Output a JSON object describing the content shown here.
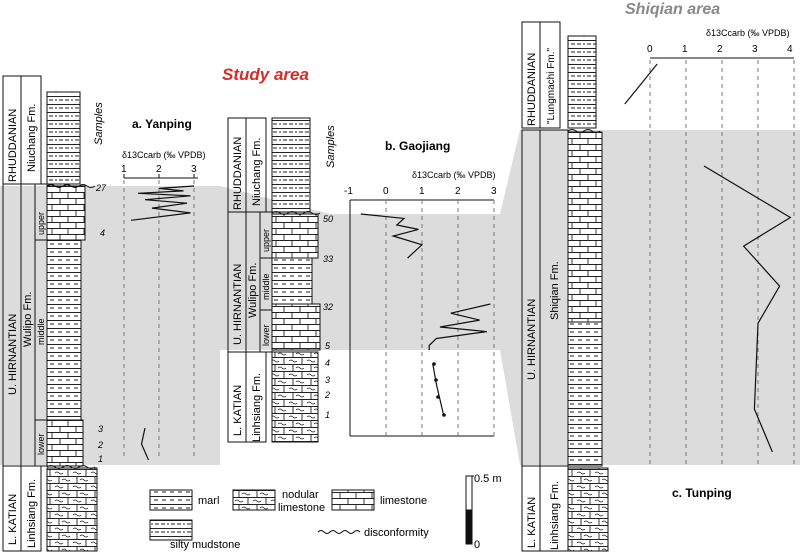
{
  "headings": {
    "study_area": "Study area",
    "shiqian_area": "Shiqian area"
  },
  "sections": {
    "yanping": {
      "title": "a. Yanping",
      "axis_label": "δ13Ccarb (‰ VPDB)",
      "ticks": [
        "1",
        "2",
        "3"
      ],
      "stage_upper": "RHUDDANIAN",
      "formation_upper": "Niuchang Fm.",
      "stage_main": "U. HIRNANTIAN",
      "formation_main": "Wulipo Fm.",
      "members": [
        "upper",
        "middle",
        "lower"
      ],
      "stage_lower": "L. KATIAN",
      "formation_lower": "Linhsiang Fm.",
      "samples_label": "Samples",
      "samples": [
        "27",
        "4",
        "3",
        "2",
        "1"
      ]
    },
    "gaojiang": {
      "title": "b. Gaojiang",
      "axis_label": "δ13Ccarb (‰ VPDB)",
      "ticks": [
        "-1",
        "0",
        "1",
        "2",
        "3"
      ],
      "stage_upper": "RHUDDANIAN",
      "formation_upper": "Niuchang Fm.",
      "stage_main": "U. HIRNANTIAN",
      "formation_main": "Wulipo Fm.",
      "members": [
        "upper",
        "middle",
        "lower"
      ],
      "stage_lower": "L. KATIAN",
      "formation_lower": "Linhsiang Fm.",
      "samples_label": "Samples",
      "samples": [
        "50",
        "33",
        "32",
        "5",
        "4",
        "3",
        "2",
        "1"
      ]
    },
    "tunping": {
      "title": "c. Tunping",
      "axis_label": "δ13Ccarb (‰ VPDB)",
      "ticks": [
        "0",
        "1",
        "2",
        "3",
        "4"
      ],
      "stage_upper": "RHUDDANIAN",
      "formation_upper": "\"Lungmachi Fm.\"",
      "stage_main": "U. HIRNANTIAN",
      "formation_main": "Shiqian Fm.",
      "stage_lower": "L. KATIAN",
      "formation_lower": "Linhsiang Fm."
    }
  },
  "legend": {
    "marl": "marl",
    "nodular_limestone": "nodular limestone",
    "limestone": "limestone",
    "silty_mudstone": "silty mudstone",
    "disconformity": "disconformity"
  },
  "scale": {
    "top": "0.5 m",
    "bottom": "0"
  },
  "isotope_curves": {
    "yanping_upper": [
      [
        3.0,
        0
      ],
      [
        2.0,
        0.05
      ],
      [
        2.7,
        0.1
      ],
      [
        1.4,
        0.15
      ],
      [
        2.9,
        0.2
      ],
      [
        1.6,
        0.28
      ],
      [
        2.8,
        0.35
      ],
      [
        1.8,
        0.45
      ],
      [
        2.9,
        0.55
      ],
      [
        1.2,
        0.7
      ]
    ],
    "yanping_lower": [
      [
        1.6,
        0
      ],
      [
        1.5,
        0.5
      ],
      [
        1.7,
        1
      ]
    ],
    "gaojiang_upper": [
      [
        -0.7,
        0
      ],
      [
        0.5,
        0.1
      ],
      [
        0.3,
        0.25
      ],
      [
        0.9,
        0.35
      ],
      [
        0.2,
        0.5
      ],
      [
        1.0,
        0.7
      ],
      [
        0.6,
        1
      ]
    ],
    "gaojiang_lower": [
      [
        2.9,
        0
      ],
      [
        1.8,
        0.2
      ],
      [
        2.6,
        0.35
      ],
      [
        1.5,
        0.5
      ],
      [
        2.8,
        0.6
      ],
      [
        1.4,
        0.75
      ],
      [
        1.2,
        0.9
      ],
      [
        1.2,
        1
      ]
    ],
    "gaojiang_katian": [
      [
        1.3,
        0
      ],
      [
        1.4,
        0.4
      ],
      [
        1.6,
        1
      ]
    ],
    "tunping_rhuddanian": [
      [
        0.2,
        0
      ],
      [
        -0.7,
        1
      ]
    ],
    "tunping_main": [
      [
        1.5,
        0
      ],
      [
        3.9,
        0.18
      ],
      [
        2.6,
        0.28
      ],
      [
        3.6,
        0.42
      ],
      [
        3.0,
        0.55
      ],
      [
        2.9,
        0.85
      ],
      [
        3.4,
        1
      ]
    ]
  },
  "colors": {
    "hirnantian_band": "#dcdcdc",
    "heading_red": "#d42c2c",
    "heading_gray": "#888888",
    "ink": "#111111"
  }
}
